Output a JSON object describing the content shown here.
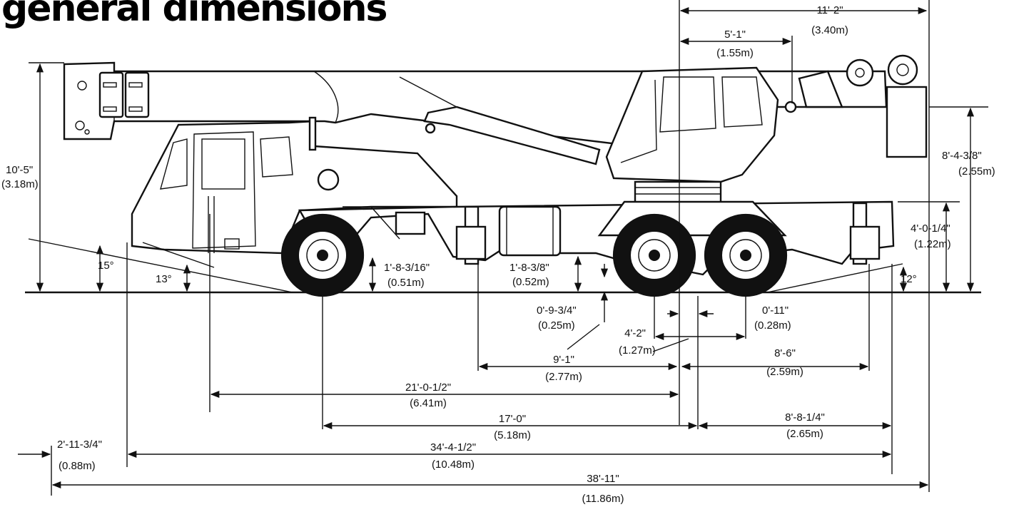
{
  "title": "general dimensions",
  "dimensions": {
    "overall_height": {
      "ft": "10'-5\"",
      "m": "(3.18m)"
    },
    "rear_to_pin_top": {
      "ft": "11'-2\"",
      "m": "(3.40m)"
    },
    "rear_to_cab": {
      "ft": "5'-1\"",
      "m": "(1.55m)"
    },
    "pin_height": {
      "ft": "8'-4-3/8\"",
      "m": "(2.55m)"
    },
    "outrigger_height": {
      "ft": "4'-0-1/4\"",
      "m": "(1.22m)"
    },
    "front_clearance": {
      "ft": "1'-8-3/16\"",
      "m": "(0.51m)"
    },
    "mid_clearance": {
      "ft": "1'-8-3/8\"",
      "m": "(0.52m)"
    },
    "ground_clearance": {
      "ft": "0'-9-3/4\"",
      "m": "(0.25m)"
    },
    "tandem_offset": {
      "ft": "0'-11\"",
      "m": "(0.28m)"
    },
    "tandem_spacing": {
      "ft": "4'-2\"",
      "m": "(1.27m)"
    },
    "front_outrigger_to_center": {
      "ft": "9'-1\"",
      "m": "(2.77m)"
    },
    "center_to_rear_outrigger": {
      "ft": "8'-6\"",
      "m": "(2.59m)"
    },
    "front_to_center": {
      "ft": "21'-0-1/2\"",
      "m": "(6.41m)"
    },
    "wheelbase": {
      "ft": "17'-0\"",
      "m": "(5.18m)"
    },
    "rear_overhang": {
      "ft": "8'-8-1/4\"",
      "m": "(2.65m)"
    },
    "front_overhang": {
      "ft": "2'-11-3/4\"",
      "m": "(0.88m)"
    },
    "carrier_length": {
      "ft": "34'-4-1/2\"",
      "m": "(10.48m)"
    },
    "overall_length": {
      "ft": "38'-11\"",
      "m": "(11.86m)"
    }
  },
  "angles": {
    "approach": "15°",
    "front_angle": "13°",
    "departure": "12°"
  }
}
